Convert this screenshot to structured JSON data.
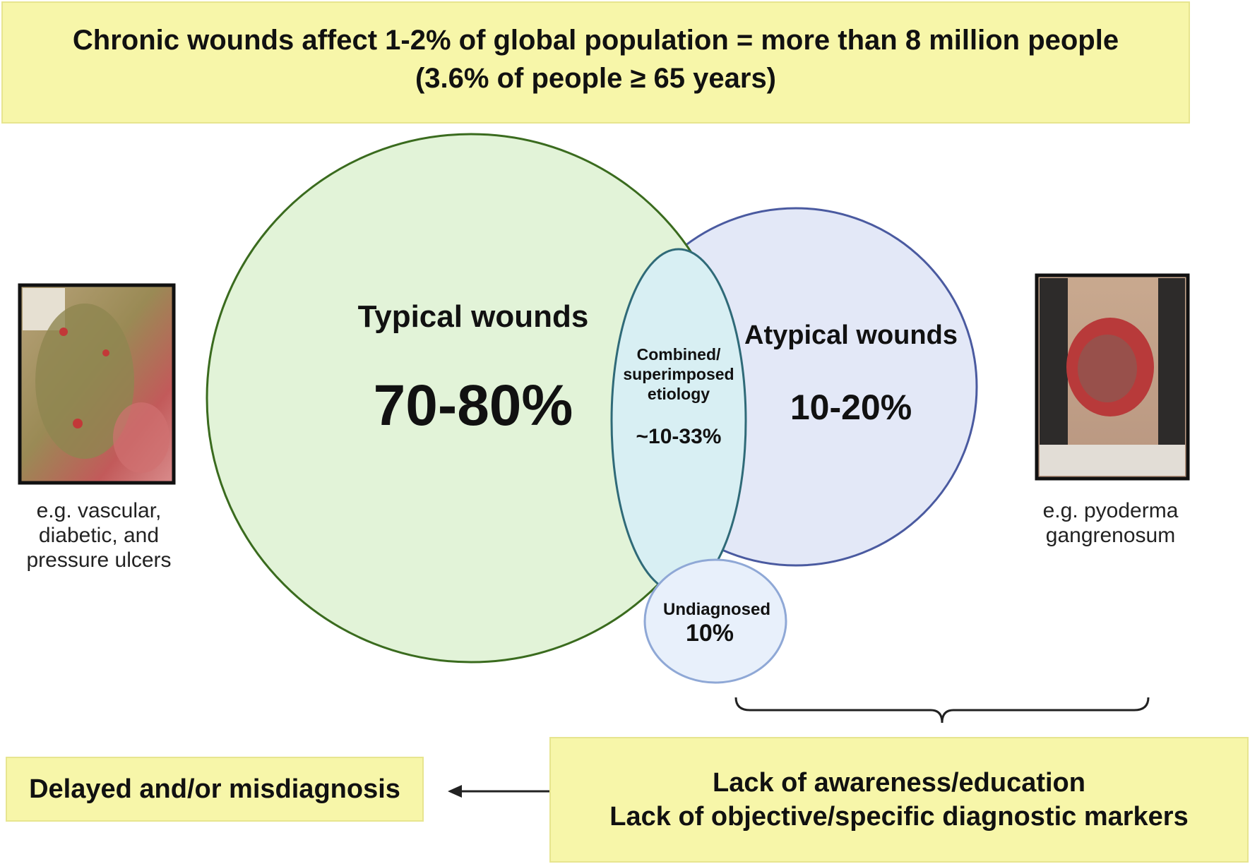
{
  "header": {
    "line1": "Chronic wounds affect 1-2% of global population = more than 8 million people",
    "line2": "(3.6% of people ≥ 65 years)"
  },
  "typical": {
    "title": "Typical wounds",
    "value": "70-80%"
  },
  "atypical": {
    "title": "Atypical wounds",
    "value": "10-20%"
  },
  "combined": {
    "line1": "Combined/",
    "line2": "superimposed",
    "line3": "etiology",
    "value": "~10-33%"
  },
  "undiagnosed": {
    "title": "Undiagnosed",
    "value": "10%"
  },
  "left_example": {
    "line1": "e.g. vascular,",
    "line2": "diabetic, and",
    "line3": "pressure ulcers"
  },
  "right_example": {
    "line1": "e.g. pyoderma",
    "line2": "gangrenosum"
  },
  "outcome_box": {
    "text": "Delayed and/or misdiagnosis"
  },
  "cause_box": {
    "line1": "Lack of awareness/education",
    "line2": "Lack of objective/specific diagnostic markers"
  },
  "colors": {
    "banner": "#f7f6a9",
    "typical_fill": "#e2f3d8",
    "typical_stroke": "#3a6b1e",
    "atypical_fill": "#e3e8f7",
    "atypical_stroke": "#4a5aa0",
    "combined_fill": "#d8eff3",
    "combined_stroke": "#2f6a78",
    "undiagnosed_fill": "#e8f0fb",
    "undiagnosed_stroke": "#8fa8d6"
  }
}
